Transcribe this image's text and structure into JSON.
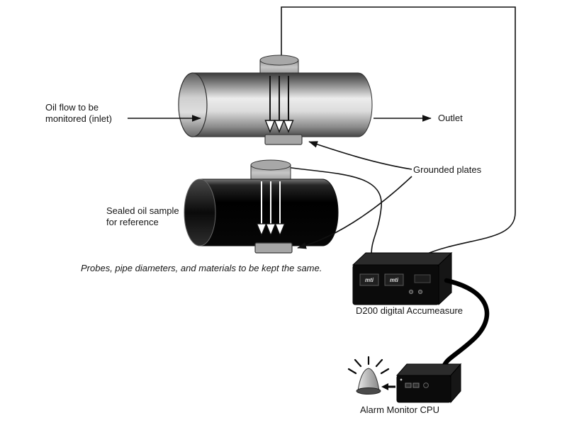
{
  "diagram": {
    "labels": {
      "inlet": "Oil flow to be\nmonitored (inlet)",
      "outlet": "Outlet",
      "sealed_sample": "Sealed oil sample\nfor reference",
      "grounded_plates": "Grounded plates",
      "note": "Probes, pipe diameters, and materials to be kept the same.",
      "device_caption": "D200 digital Accumeasure",
      "alarm_caption": "Alarm Monitor CPU"
    },
    "device_screens": {
      "left": "mti",
      "right": "mti"
    },
    "colors": {
      "line": "#111111",
      "pipe_highlight": "#ececec",
      "pipe_shadow": "#3c3c3c",
      "black_pipe": "#050505",
      "plate_gray": "#a6a6a6",
      "device_black": "#0b0b0b",
      "background": "#ffffff"
    }
  }
}
